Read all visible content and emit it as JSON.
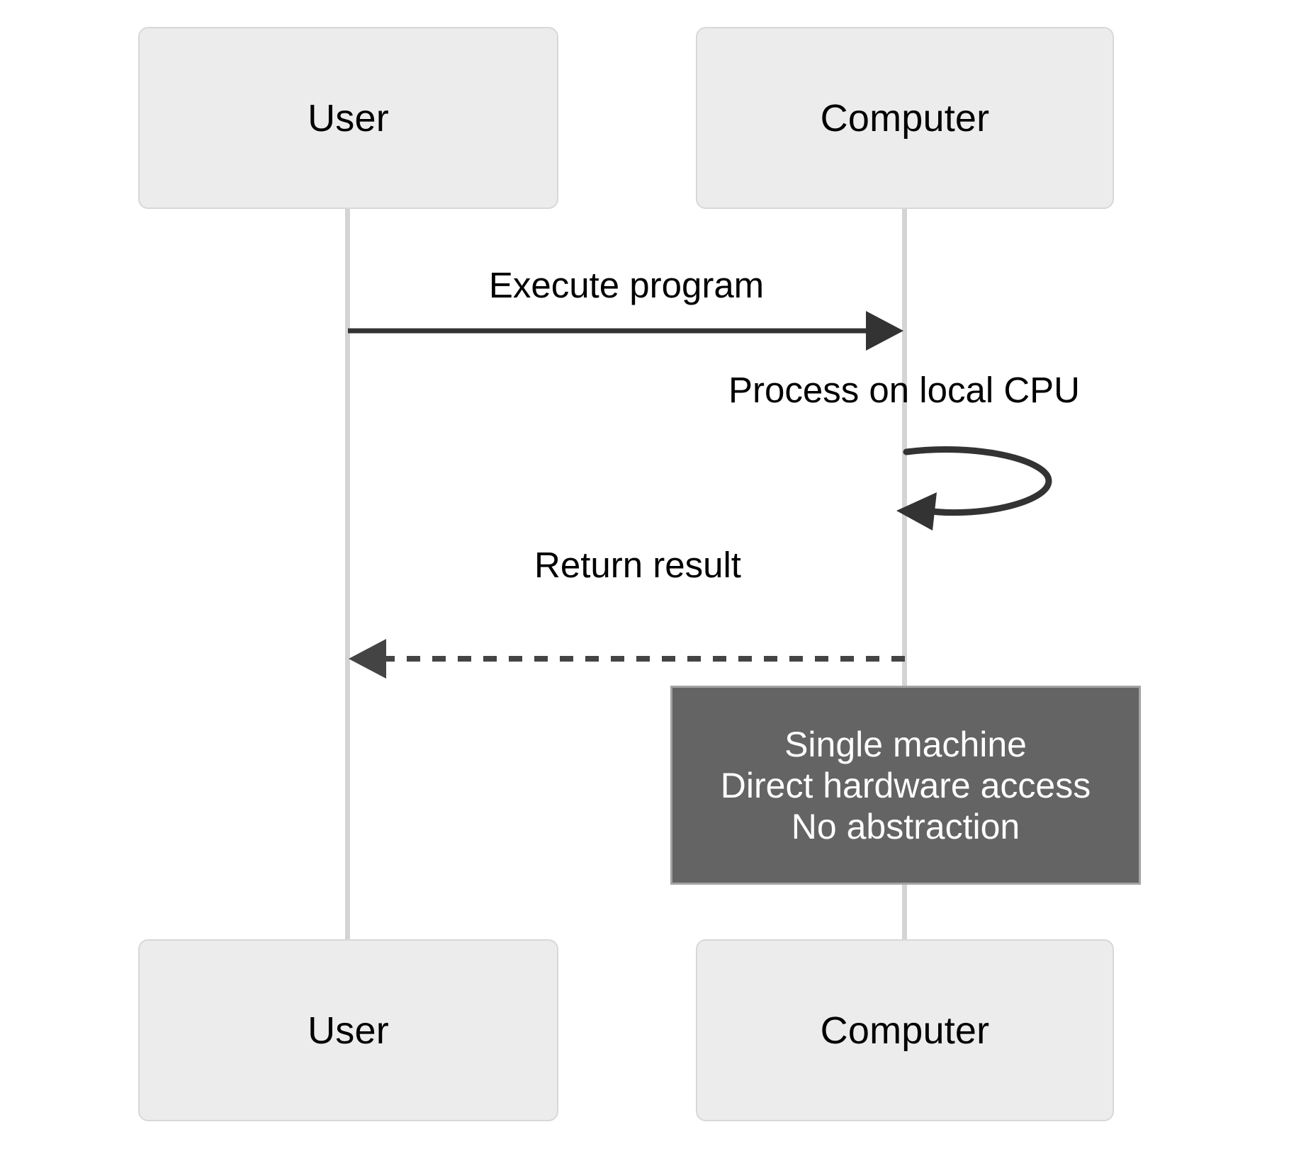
{
  "diagram": {
    "type": "sequence-diagram",
    "background_color": "#ffffff",
    "participants": [
      {
        "id": "user",
        "label": "User",
        "fill": "#ececec",
        "border": "#d8d8d8",
        "text_color": "#000000"
      },
      {
        "id": "computer",
        "label": "Computer",
        "fill": "#ececec",
        "border": "#d8d8d8",
        "text_color": "#000000"
      }
    ],
    "lifeline_color": "#d4d4d4",
    "messages": [
      {
        "id": "execute",
        "label": "Execute program",
        "from": "user",
        "to": "computer",
        "style": "solid",
        "arrow": "filled-triangle",
        "color": "#333333"
      },
      {
        "id": "process",
        "label": "Process on local CPU",
        "from": "computer",
        "to": "computer",
        "style": "self-loop",
        "arrow": "filled-triangle",
        "color": "#333333"
      },
      {
        "id": "return",
        "label": "Return result",
        "from": "computer",
        "to": "user",
        "style": "dashed",
        "arrow": "filled-triangle",
        "color": "#444444"
      }
    ],
    "note": {
      "id": "note-computer",
      "attached_to": "computer",
      "fill": "#646464",
      "border": "#a3a3a3",
      "text_color": "#ffffff",
      "lines": [
        "Single machine",
        "Direct hardware access",
        "No abstraction"
      ]
    }
  }
}
